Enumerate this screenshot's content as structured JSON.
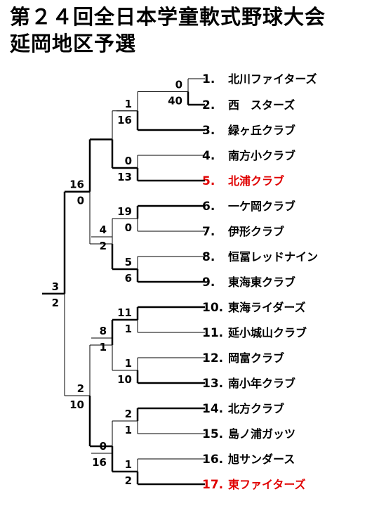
{
  "title_line1": "第２４回全日本学童軟式野球大会",
  "title_line2": "延岡地区予選",
  "colors": {
    "line": "#000000",
    "highlight": "#e00000",
    "text": "#000000"
  },
  "teams": [
    {
      "num": "1.",
      "name": "北川ファイターズ",
      "highlight": false
    },
    {
      "num": "2.",
      "name": "西　スターズ",
      "highlight": false
    },
    {
      "num": "3.",
      "name": "緑ヶ丘クラブ",
      "highlight": false
    },
    {
      "num": "4.",
      "name": "南方小クラブ",
      "highlight": false
    },
    {
      "num": "5.",
      "name": "北浦クラブ",
      "highlight": true
    },
    {
      "num": "6.",
      "name": "一ケ岡クラブ",
      "highlight": false
    },
    {
      "num": "7.",
      "name": "伊形クラブ",
      "highlight": false
    },
    {
      "num": "8.",
      "name": "恒冨レッドナイン",
      "highlight": false
    },
    {
      "num": "9.",
      "name": "東海東クラブ",
      "highlight": false
    },
    {
      "num": "10.",
      "name": "東海ライダーズ",
      "highlight": false
    },
    {
      "num": "11.",
      "name": "延小城山クラブ",
      "highlight": false
    },
    {
      "num": "12.",
      "name": "岡富クラブ",
      "highlight": false
    },
    {
      "num": "13.",
      "name": "南小年クラブ",
      "highlight": false
    },
    {
      "num": "14.",
      "name": "北方クラブ",
      "highlight": false
    },
    {
      "num": "15.",
      "name": "島ノ浦ガッツ",
      "highlight": false
    },
    {
      "num": "16.",
      "name": "旭サンダース",
      "highlight": false
    },
    {
      "num": "17.",
      "name": "東ファイターズ",
      "highlight": true
    }
  ],
  "scores": {
    "r1_1v2": [
      "0",
      "40"
    ],
    "r1_4v5": [
      "0",
      "13"
    ],
    "r1_6v7": [
      "19",
      "0"
    ],
    "r1_8v9": [
      "5",
      "6"
    ],
    "r1_10v11": [
      "11",
      "1"
    ],
    "r1_12v13": [
      "1",
      "10"
    ],
    "r1_14v15": [
      "2",
      "1"
    ],
    "r1_16v17": [
      "1",
      "2"
    ],
    "r2_top": [
      "1",
      "16"
    ],
    "r2_b": [
      "4",
      "2"
    ],
    "r2_c": [
      "8",
      "1"
    ],
    "r2_d": [
      "0",
      "16"
    ],
    "semi_top": [
      "16",
      "0"
    ],
    "semi_bottom": [
      "2",
      "10"
    ],
    "final": [
      "3",
      "2"
    ]
  }
}
